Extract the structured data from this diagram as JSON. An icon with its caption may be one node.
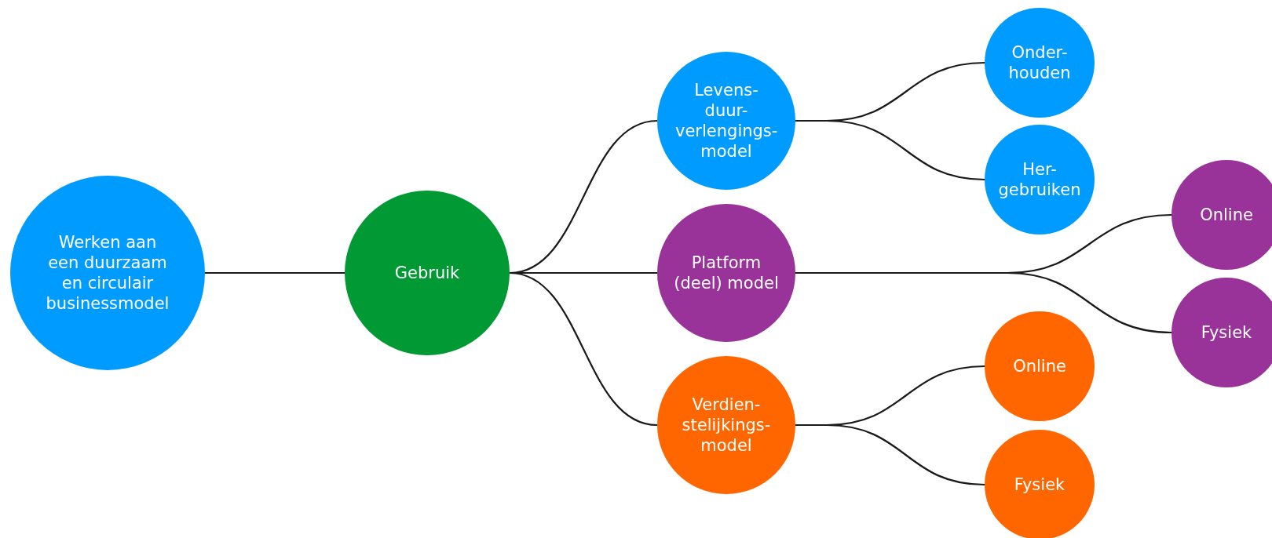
{
  "diagram": {
    "nodes": [
      {
        "text": [
          "Werken aan een duurzaam en circulair businessmodel"
        ]
      },
      {
        "text": [
          "Gebruik"
        ]
      },
      {
        "text": [
          "Levens- duur- verlengings- model"
        ]
      },
      {
        "text": [
          "Platform (deel) model"
        ]
      },
      {
        "text": [
          "Verdien- stelijkings- model"
        ]
      },
      {
        "text": [
          "Onder- houden"
        ]
      },
      {
        "text": [
          "Her- gebruiken"
        ]
      },
      {
        "text": [
          "Online"
        ]
      },
      {
        "text": [
          "Fysiek"
        ]
      },
      {
        "text": [
          "Online"
        ]
      },
      {
        "text": [
          "Fysiek"
        ]
      }
    ],
    "edges": [
      {
        "from": 0,
        "to": 1,
        "arrow": "none"
      },
      {
        "from": 1,
        "to": 2,
        "arrow": "none"
      },
      {
        "from": 1,
        "to": 3,
        "arrow": "none"
      },
      {
        "from": 1,
        "to": 4,
        "arrow": "none"
      },
      {
        "from": 2,
        "to": 5,
        "arrow": "none"
      },
      {
        "from": 2,
        "to": 6,
        "arrow": "none"
      },
      {
        "from": 3,
        "to": 7,
        "arrow": "none"
      },
      {
        "from": 3,
        "to": 8,
        "arrow": "none"
      },
      {
        "from": 4,
        "to": 9,
        "arrow": "none"
      },
      {
        "from": 4,
        "to": 10,
        "arrow": "none"
      }
    ]
  }
}
